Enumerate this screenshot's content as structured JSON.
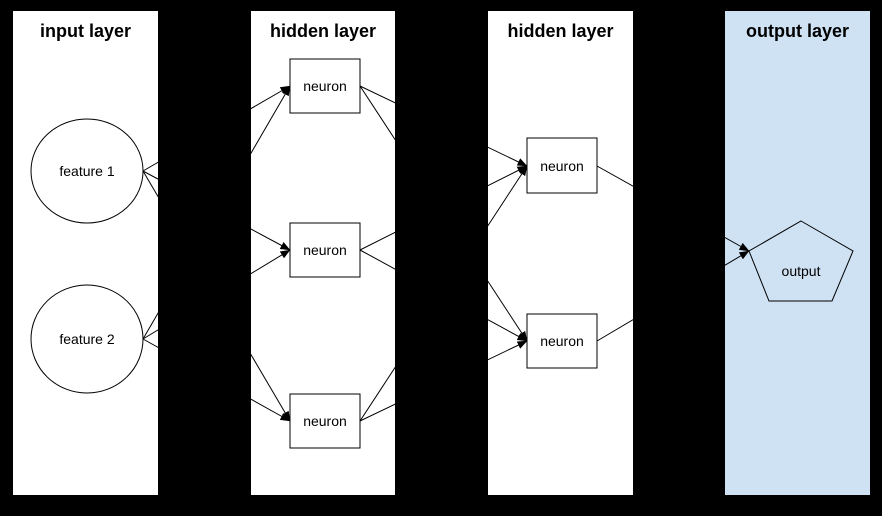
{
  "canvas": {
    "background": "#000000",
    "edge_color": "#000000",
    "node_fill": "#ffffff",
    "outline_color": "#000000"
  },
  "layers": [
    {
      "title": "input layer",
      "panel_fill": "#ffffff",
      "node_shape": "circle",
      "nodes": [
        {
          "label": "feature 1"
        },
        {
          "label": "feature 2"
        }
      ]
    },
    {
      "title": "hidden layer",
      "panel_fill": "#ffffff",
      "node_shape": "rect",
      "nodes": [
        {
          "label": "neuron"
        },
        {
          "label": "neuron"
        },
        {
          "label": "neuron"
        }
      ]
    },
    {
      "title": "hidden layer",
      "panel_fill": "#ffffff",
      "node_shape": "rect",
      "nodes": [
        {
          "label": "neuron"
        },
        {
          "label": "neuron"
        }
      ]
    },
    {
      "title": "output layer",
      "panel_fill": "#cfe2f3",
      "node_shape": "pentagon",
      "nodes": [
        {
          "label": "output"
        }
      ]
    }
  ]
}
